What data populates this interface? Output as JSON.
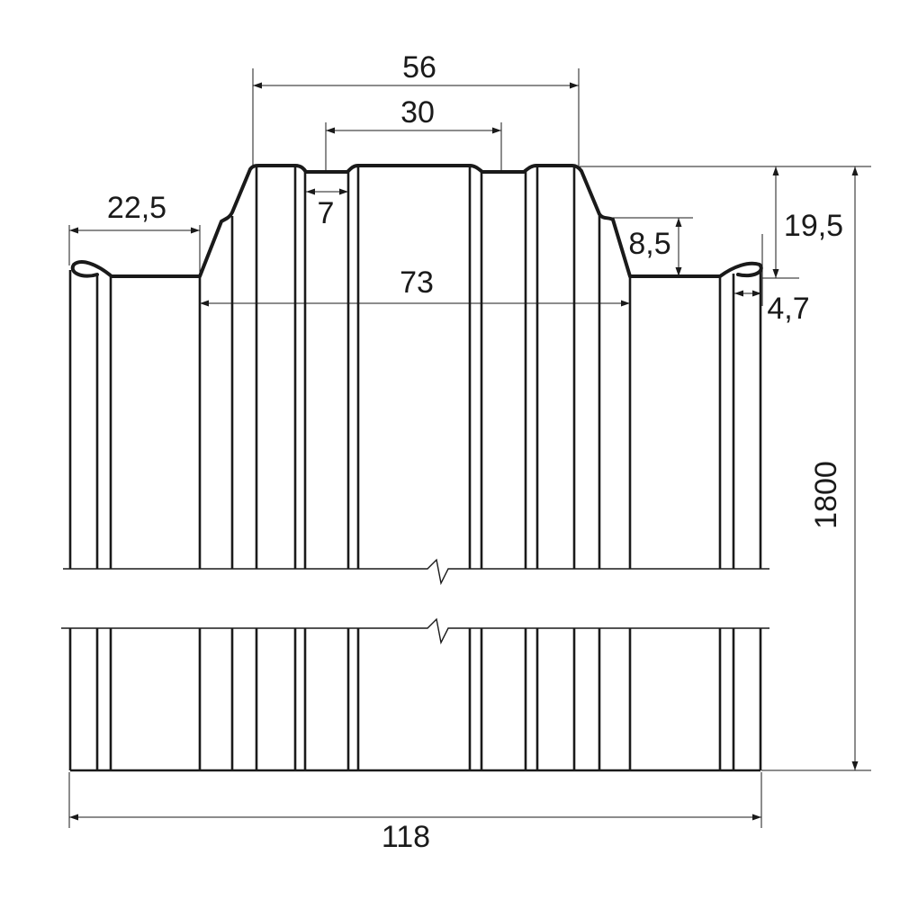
{
  "diagram": {
    "labels": {
      "top_crest_width": "56",
      "top_inner_width": "30",
      "groove_width": "7",
      "left_flat_width": "22,5",
      "step_height": "8,5",
      "profile_height": "19,5",
      "overlap_width": "4,7",
      "base_width": "73",
      "sheet_length": "1800",
      "total_width": "118"
    },
    "colors": {
      "line": "#1a1a1a",
      "background": "#ffffff"
    }
  }
}
